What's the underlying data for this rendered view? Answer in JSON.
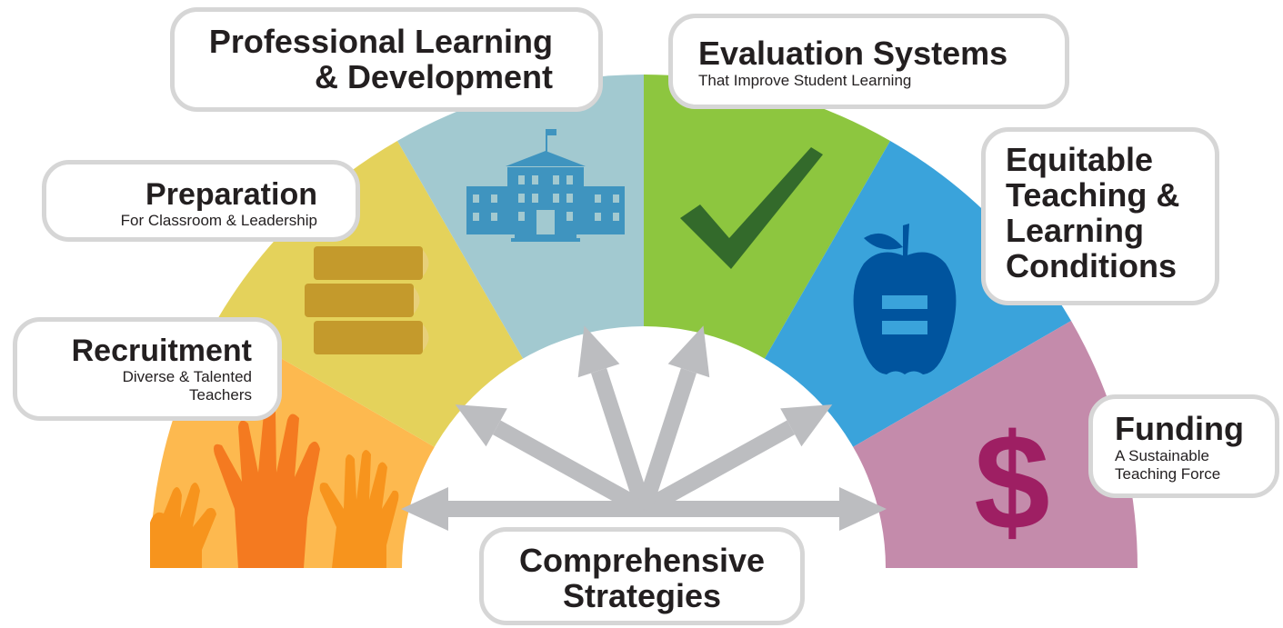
{
  "segments": [
    {
      "key": "recruitment",
      "color": "#fdb94f",
      "icon": "raised-hands-icon"
    },
    {
      "key": "preparation",
      "color": "#e4d25b",
      "icon": "books-icon"
    },
    {
      "key": "professional",
      "color": "#a2c9d0",
      "icon": "school-building-icon"
    },
    {
      "key": "evaluation",
      "color": "#8dc63f",
      "icon": "checkmark-icon"
    },
    {
      "key": "equitable",
      "color": "#3aa3db",
      "icon": "apple-equal-icon"
    },
    {
      "key": "funding",
      "color": "#c48bab",
      "icon": "dollar-sign-icon"
    }
  ],
  "labels": {
    "recruitment": {
      "title": "Recruitment",
      "sub_1": "Diverse & Talented",
      "sub_2": "Teachers"
    },
    "preparation": {
      "title": "Preparation",
      "sub": "For Classroom & Leadership"
    },
    "professional": {
      "title_1": "Professional Learning",
      "title_2": "& Development"
    },
    "evaluation": {
      "title": "Evaluation Systems",
      "sub": "That Improve Student Learning"
    },
    "equitable": {
      "title_1": "Equitable",
      "title_2": "Teaching &",
      "title_3": "Learning",
      "title_4": "Conditions"
    },
    "funding": {
      "title": "Funding",
      "sub_1": "A Sustainable",
      "sub_2": "Teaching Force"
    },
    "center": {
      "title_1": "Comprehensive",
      "title_2": "Strategies"
    }
  },
  "icons": {
    "dollar": "$"
  },
  "colors": {
    "arrow": "#bcbdc0",
    "card_border": "#d6d6d6",
    "text": "#231f20"
  }
}
